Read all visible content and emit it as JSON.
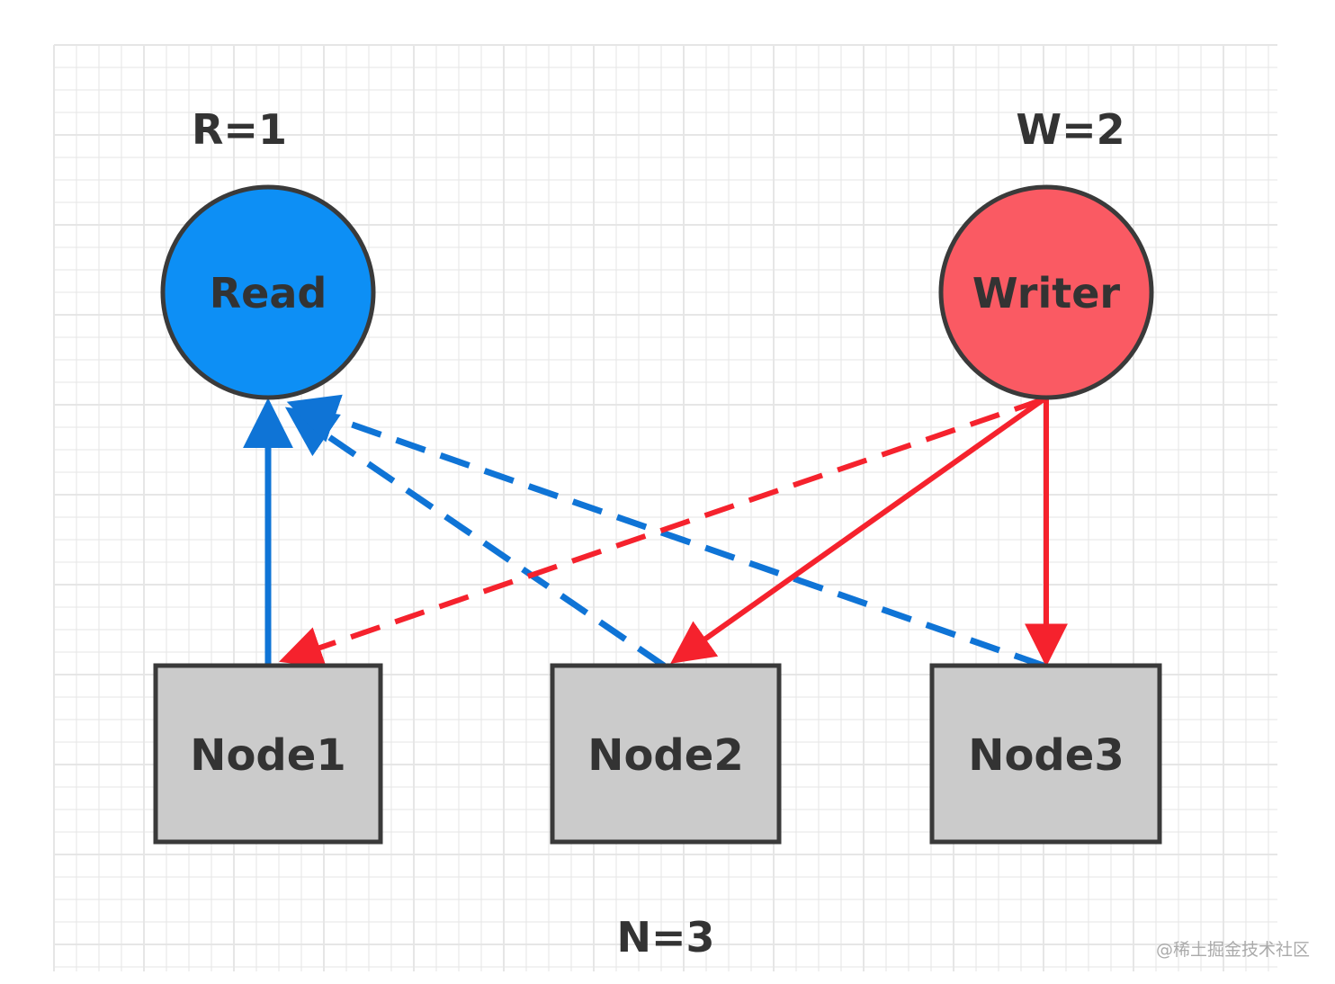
{
  "labels": {
    "read_quorum": "R=1",
    "write_quorum": "W=2",
    "replica_count": "N=3"
  },
  "clients": {
    "read": {
      "label": "Read",
      "color": "#0d8ff5"
    },
    "writer": {
      "label": "Writer",
      "color": "#fa5a63"
    }
  },
  "nodes": [
    {
      "id": "node1",
      "label": "Node1"
    },
    {
      "id": "node2",
      "label": "Node2"
    },
    {
      "id": "node3",
      "label": "Node3"
    }
  ],
  "edges": [
    {
      "id": "node1-to-read",
      "from": "Node1",
      "to": "Read",
      "style": "solid",
      "color": "#0f74d6"
    },
    {
      "id": "node2-to-read",
      "from": "Node2",
      "to": "Read",
      "style": "dashed",
      "color": "#0f74d6"
    },
    {
      "id": "node3-to-read",
      "from": "Node3",
      "to": "Read",
      "style": "dashed",
      "color": "#0f74d6"
    },
    {
      "id": "writer-to-node1",
      "from": "Writer",
      "to": "Node1",
      "style": "dashed",
      "color": "#f5222d"
    },
    {
      "id": "writer-to-node2",
      "from": "Writer",
      "to": "Node2",
      "style": "solid",
      "color": "#f5222d"
    },
    {
      "id": "writer-to-node3",
      "from": "Writer",
      "to": "Node3",
      "style": "solid",
      "color": "#f5222d"
    }
  ],
  "colors": {
    "node_fill": "#cbcbcb",
    "outline": "#3a3a3a",
    "grid": "#e6e6e6"
  },
  "watermark": "@稀土掘金技术社区"
}
